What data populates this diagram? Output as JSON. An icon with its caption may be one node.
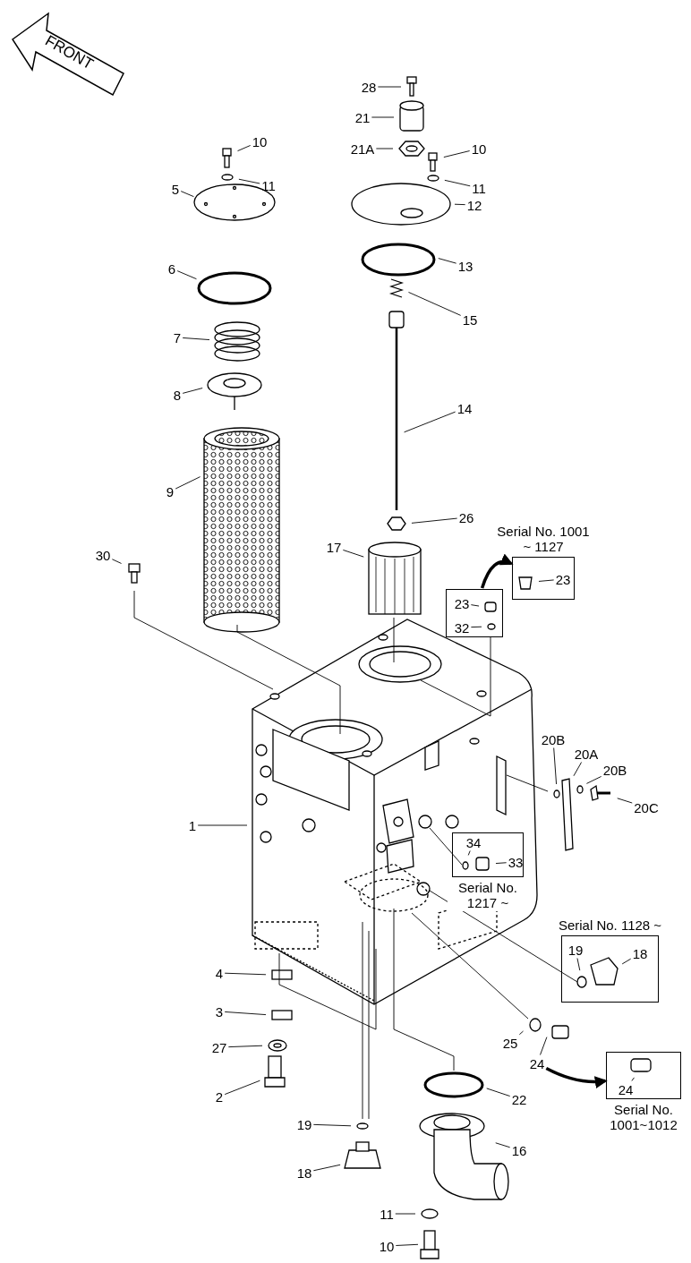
{
  "diagram": {
    "nodes": [
      {
        "text": [
          "FRONT"
        ]
      },
      {
        "text": [
          "28"
        ]
      },
      {
        "text": [
          "21"
        ]
      },
      {
        "text": [
          "21A"
        ]
      },
      {
        "text": [
          "10"
        ]
      },
      {
        "text": [
          "10"
        ]
      },
      {
        "text": [
          "11"
        ]
      },
      {
        "text": [
          "11"
        ]
      },
      {
        "text": [
          "5"
        ]
      },
      {
        "text": [
          "12"
        ]
      },
      {
        "text": [
          "6"
        ]
      },
      {
        "text": [
          "13"
        ]
      },
      {
        "text": [
          "15"
        ]
      },
      {
        "text": [
          "7"
        ]
      },
      {
        "text": [
          "8"
        ]
      },
      {
        "text": [
          "14"
        ]
      },
      {
        "text": [
          "9"
        ]
      },
      {
        "text": [
          "26"
        ]
      },
      {
        "text": [
          "Serial No. 1001 ~ 1127"
        ]
      },
      {
        "text": [
          "23"
        ],
        "in": 18
      },
      {
        "text": [
          "17"
        ]
      },
      {
        "text": [
          "30"
        ]
      },
      {
        "text": [],
        "shape": "box"
      },
      {
        "text": [
          "23"
        ],
        "in": 22
      },
      {
        "text": [
          "32"
        ],
        "in": 22
      },
      {
        "text": [
          "20B"
        ]
      },
      {
        "text": [
          "20A"
        ]
      },
      {
        "text": [
          "20B"
        ]
      },
      {
        "text": [
          "20C"
        ]
      },
      {
        "text": [
          "1"
        ]
      },
      {
        "text": [
          "Serial No. 1217 ~"
        ]
      },
      {
        "text": [
          "34"
        ],
        "in": 30
      },
      {
        "text": [
          "33"
        ],
        "in": 30
      },
      {
        "text": [
          "Serial No. 1128 ~"
        ]
      },
      {
        "text": [
          "19"
        ],
        "in": 33
      },
      {
        "text": [
          "18"
        ],
        "in": 33
      },
      {
        "text": [
          "4"
        ]
      },
      {
        "text": [
          "3"
        ]
      },
      {
        "text": [
          "25"
        ]
      },
      {
        "text": [
          "27"
        ]
      },
      {
        "text": [
          "24"
        ]
      },
      {
        "text": [
          "Serial No. 1001~1012"
        ]
      },
      {
        "text": [
          "24"
        ],
        "in": 41
      },
      {
        "text": [
          "2"
        ]
      },
      {
        "text": [
          "22"
        ]
      },
      {
        "text": [
          "19"
        ]
      },
      {
        "text": [
          "16"
        ]
      },
      {
        "text": [
          "18"
        ]
      },
      {
        "text": [
          "11"
        ]
      },
      {
        "text": [
          "10"
        ]
      }
    ],
    "edges": [
      {
        "from": 1,
        "to": null,
        "arrow": "none"
      },
      {
        "from": 2,
        "to": null,
        "arrow": "none"
      },
      {
        "from": 3,
        "to": null,
        "arrow": "none"
      },
      {
        "from": 4,
        "to": null,
        "arrow": "none"
      },
      {
        "from": 5,
        "to": null,
        "arrow": "none"
      },
      {
        "from": 6,
        "to": null,
        "arrow": "none"
      },
      {
        "from": 7,
        "to": null,
        "arrow": "none"
      },
      {
        "from": 8,
        "to": null,
        "arrow": "none"
      },
      {
        "from": 9,
        "to": null,
        "arrow": "none"
      },
      {
        "from": 10,
        "to": null,
        "arrow": "none"
      },
      {
        "from": 11,
        "to": null,
        "arrow": "none"
      },
      {
        "from": 12,
        "to": null,
        "arrow": "none"
      },
      {
        "from": 13,
        "to": null,
        "arrow": "none"
      },
      {
        "from": 14,
        "to": null,
        "arrow": "none"
      },
      {
        "from": 15,
        "to": null,
        "arrow": "none"
      },
      {
        "from": 16,
        "to": null,
        "arrow": "none"
      },
      {
        "from": 17,
        "to": null,
        "arrow": "none"
      },
      {
        "from": 19,
        "to": null,
        "arrow": "none"
      },
      {
        "from": 20,
        "to": null,
        "arrow": "none"
      },
      {
        "from": 21,
        "to": null,
        "arrow": "none"
      },
      {
        "from": 23,
        "to": null,
        "arrow": "none"
      },
      {
        "from": 24,
        "to": null,
        "arrow": "none"
      },
      {
        "from": 25,
        "to": null,
        "arrow": "none"
      },
      {
        "from": 26,
        "to": null,
        "arrow": "none"
      },
      {
        "from": 27,
        "to": null,
        "arrow": "none"
      },
      {
        "from": 28,
        "to": null,
        "arrow": "none"
      },
      {
        "from": 29,
        "to": null,
        "arrow": "none"
      },
      {
        "from": 31,
        "to": null,
        "arrow": "none"
      },
      {
        "from": 32,
        "to": null,
        "arrow": "none"
      },
      {
        "from": 34,
        "to": null,
        "arrow": "none"
      },
      {
        "from": 35,
        "to": null,
        "arrow": "none"
      },
      {
        "from": 36,
        "to": null,
        "arrow": "none"
      },
      {
        "from": 37,
        "to": null,
        "arrow": "none"
      },
      {
        "from": 38,
        "to": null,
        "arrow": "none"
      },
      {
        "from": 39,
        "to": null,
        "arrow": "none"
      },
      {
        "from": 40,
        "to": null,
        "arrow": "none"
      },
      {
        "from": 42,
        "to": null,
        "arrow": "none"
      },
      {
        "from": 43,
        "to": null,
        "arrow": "none"
      },
      {
        "from": 44,
        "to": null,
        "arrow": "none"
      },
      {
        "from": 45,
        "to": null,
        "arrow": "none"
      },
      {
        "from": 46,
        "to": null,
        "arrow": "none"
      },
      {
        "from": 47,
        "to": null,
        "arrow": "none"
      },
      {
        "from": 48,
        "to": null,
        "arrow": "none"
      },
      {
        "from": 49,
        "to": null,
        "arrow": "none"
      },
      {
        "from": 22,
        "to": 18,
        "arrow": "to",
        "style": "thick"
      },
      {
        "from": 40,
        "to": 41,
        "arrow": "to",
        "style": "thick"
      }
    ]
  }
}
